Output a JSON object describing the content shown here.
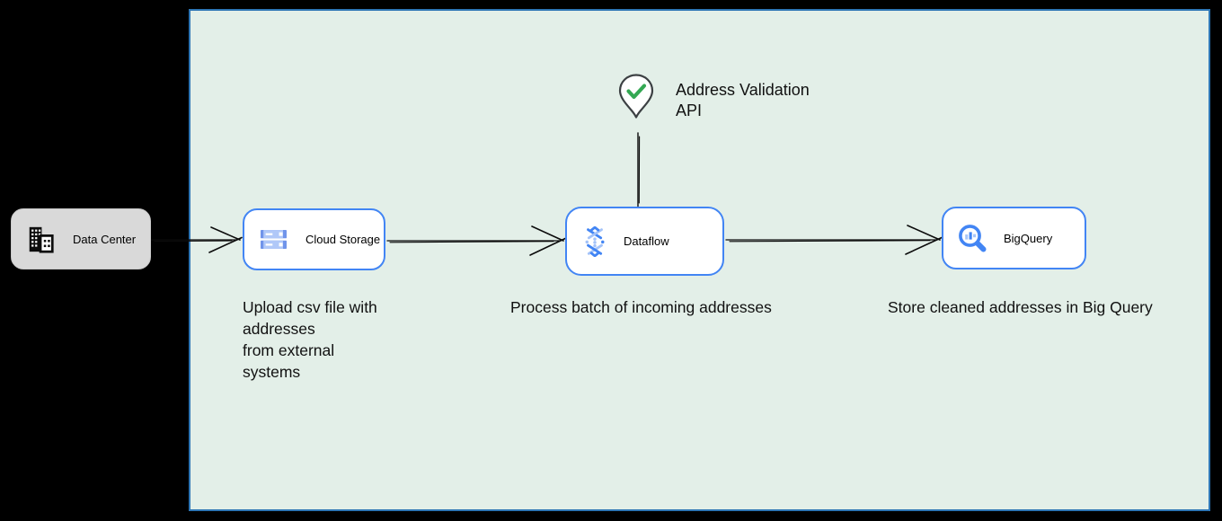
{
  "diagram": {
    "nodes": {
      "data_center": {
        "label": "Data Center",
        "icon": "building-icon"
      },
      "cloud_storage": {
        "label": "Cloud Storage",
        "icon": "cloud-storage-icon"
      },
      "dataflow": {
        "label": "Dataflow",
        "icon": "dataflow-icon"
      },
      "bigquery": {
        "label": "BigQuery",
        "icon": "bigquery-icon"
      },
      "address_validation": {
        "label": "Address Validation\nAPI",
        "icon": "map-pin-check-icon"
      }
    },
    "captions": {
      "upload": "Upload csv file with\naddresses\nfrom external\nsystems",
      "process": "Process batch of incoming addresses",
      "store": "Store cleaned addresses in Big Query"
    },
    "colors": {
      "canvas_bg": "#000000",
      "zone_fill": "#e3efe8",
      "zone_border": "#2e76b5",
      "node_border": "#4285f4",
      "node_fill": "#ffffff",
      "data_center_fill": "#d9d9d9",
      "icon_blue": "#4285f4",
      "icon_blue_light": "#aec6f8",
      "check_green": "#34a853",
      "pin_outline": "#3c4043",
      "connector": "#0b0b0b"
    }
  }
}
